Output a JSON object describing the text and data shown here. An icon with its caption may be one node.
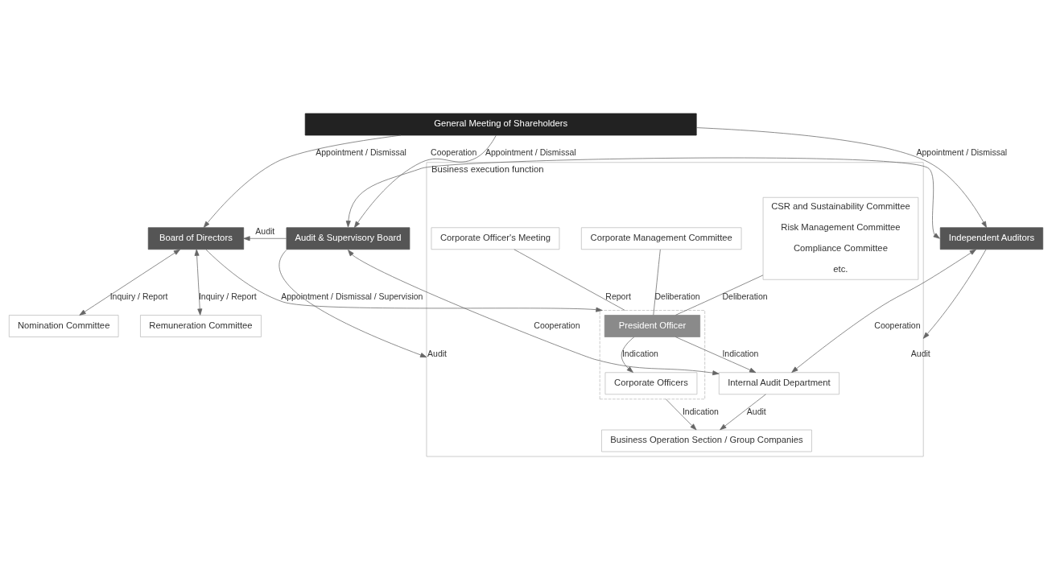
{
  "diagram": {
    "nodes": [
      {
        "text": [
          "General Meeting of Shareholders"
        ]
      },
      {
        "text": [
          "Nomination Committee"
        ]
      },
      {
        "text": [
          "Remuneration Committee"
        ]
      },
      {
        "text": [
          "Board of Directors"
        ]
      },
      {
        "text": [
          "Audit & Supervisory Board"
        ]
      },
      {
        "text": [
          "Independent Auditors"
        ]
      },
      {
        "text": [
          "Business execution function"
        ]
      },
      {
        "text": [
          "CSR and Sustainability Committee",
          "Risk Management Committee",
          "Compliance Committee",
          "etc."
        ],
        "in": 6
      },
      {
        "text": [
          "Corporate Management Committee"
        ],
        "in": 6
      },
      {
        "text": [
          "Corporate Officer's Meeting"
        ],
        "in": 6
      },
      {
        "text": [],
        "shape": "box",
        "in": 6
      },
      {
        "text": [
          "President Officer"
        ],
        "in": 10
      },
      {
        "text": [
          "Corporate Officers"
        ],
        "in": 10
      },
      {
        "text": [
          "Internal Audit Department"
        ],
        "in": 6
      },
      {
        "text": [
          "Business Operation Section / Group Companies"
        ],
        "in": 6
      }
    ],
    "edges": [
      {
        "from": 0,
        "to": 3,
        "arrow": "to",
        "label": "Appointment / Dismissal"
      },
      {
        "from": 0,
        "to": 4,
        "arrow": "to",
        "label": "Appointment / Dismissal"
      },
      {
        "from": 0,
        "to": 5,
        "arrow": "to",
        "label": "Appointment / Dismissal"
      },
      {
        "from": 1,
        "to": 3,
        "arrow": "both",
        "label": "Inquiry / Report"
      },
      {
        "from": 2,
        "to": 3,
        "arrow": "both",
        "label": "Inquiry / Report"
      },
      {
        "from": 4,
        "to": 3,
        "arrow": "to",
        "label": "Audit"
      },
      {
        "from": 4,
        "to": 5,
        "arrow": "both",
        "label": "Cooperation"
      },
      {
        "from": 3,
        "to": 10,
        "arrow": "to",
        "label": "Appointment / Dismissal / Supervision"
      },
      {
        "from": 4,
        "to": 6,
        "arrow": "to",
        "label": "Audit"
      },
      {
        "from": 4,
        "to": 13,
        "arrow": "both",
        "label": "Cooperation"
      },
      {
        "from": 5,
        "to": 13,
        "arrow": "both",
        "label": "Cooperation"
      },
      {
        "from": 5,
        "to": 6,
        "arrow": "to",
        "label": "Audit"
      },
      {
        "from": 8,
        "to": 11,
        "arrow": "none",
        "label": "Deliberation"
      },
      {
        "from": 7,
        "to": 11,
        "arrow": "none",
        "label": "Deliberation"
      },
      {
        "from": 9,
        "to": 10,
        "arrow": "none",
        "label": "Report"
      },
      {
        "from": 11,
        "to": 13,
        "arrow": "to",
        "label": "Indication"
      },
      {
        "from": 11,
        "to": 12,
        "arrow": "to",
        "label": "Indication"
      },
      {
        "from": 10,
        "to": 14,
        "arrow": "to",
        "label": "Indication"
      },
      {
        "from": 13,
        "to": 14,
        "arrow": "to",
        "label": "Audit"
      }
    ]
  }
}
